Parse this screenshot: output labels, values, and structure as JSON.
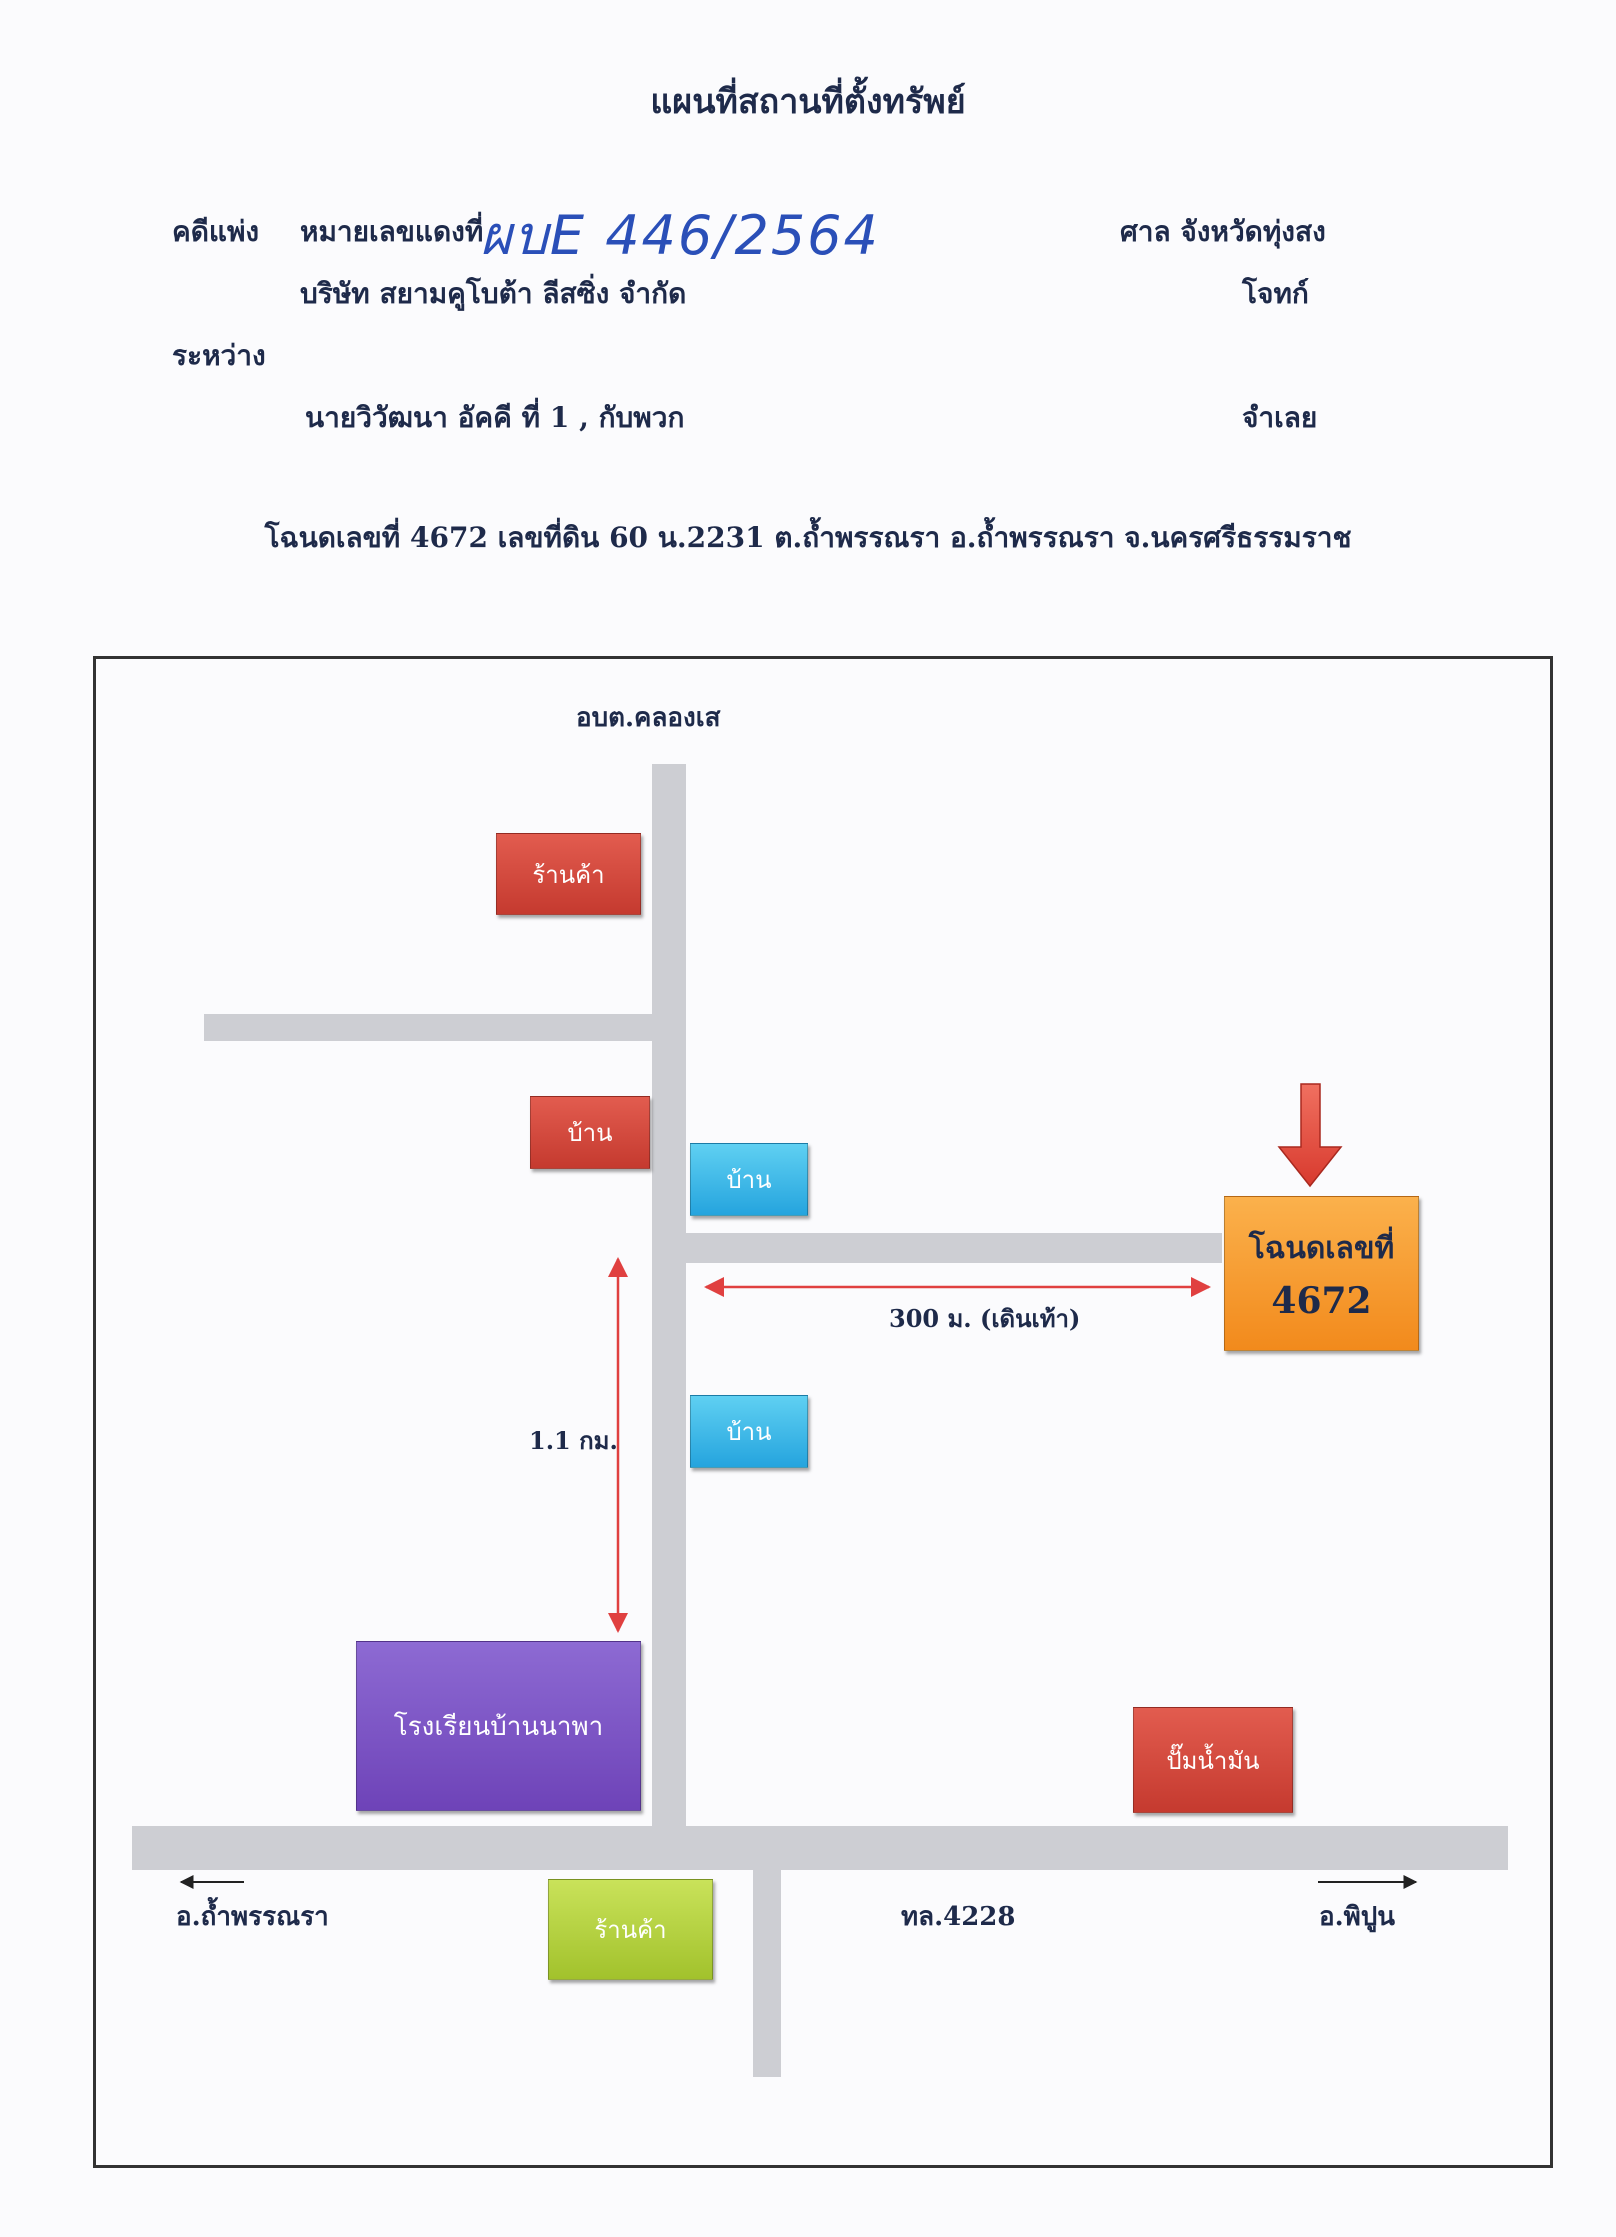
{
  "title": "แผนที่สถานที่ตั้งทรัพย์",
  "case": {
    "civil_case_label": "คดีแพ่ง",
    "red_case_label": "หมายเลขแดงที่",
    "red_case_number": "ผบE 446/2564",
    "court": "ศาล จังหวัดทุ่งสง",
    "plaintiff": "บริษัท สยามคูโบต้า ลีสซิ่ง จำกัด",
    "plaintiff_role": "โจทก์",
    "between": "ระหว่าง",
    "defendant": "นายวิวัฒนา อัคคี ที่ 1 , กับพวก",
    "defendant_role": "จำเลย"
  },
  "deed_line": "โฉนดเลขที่ 4672 เลขที่ดิน 60 น.2231 ต.ถ้ำพรรณรา อ.ถ้ำพรรณรา จ.นครศรีธรรมราช",
  "map": {
    "top_label": "อบต.คลองเส",
    "buildings": {
      "shop_top": "ร้านค้า",
      "house_left": "บ้าน",
      "house_right_upper": "บ้าน",
      "house_right_lower": "บ้าน",
      "school": "โรงเรียนบ้านนาพา",
      "gas_station": "ปั๊มน้ำมัน",
      "shop_bottom": "ร้านค้า"
    },
    "target": {
      "line1": "โฉนดเลขที่",
      "line2": "4672"
    },
    "distance_walk": "300 ม. (เดินเท้า)",
    "distance_drive": "1.1 กม.",
    "left_destination": "อ.ถ้ำพรรณรา",
    "right_destination": "อ.พิปูน",
    "highway": "ทล.4228"
  },
  "colors": {
    "road": "#cdced3",
    "red_building": "#d64a3e",
    "blue_building": "#3bb6e6",
    "purple_building": "#7b53c3",
    "green_building": "#b2d03c",
    "target_building": "#f59a2a",
    "marker_arrow": "#e8493c",
    "distance_arrow": "#e04040"
  },
  "icons": {
    "marker": "down-arrow-icon",
    "direction_left": "left-arrow-icon",
    "direction_right": "right-arrow-icon"
  }
}
